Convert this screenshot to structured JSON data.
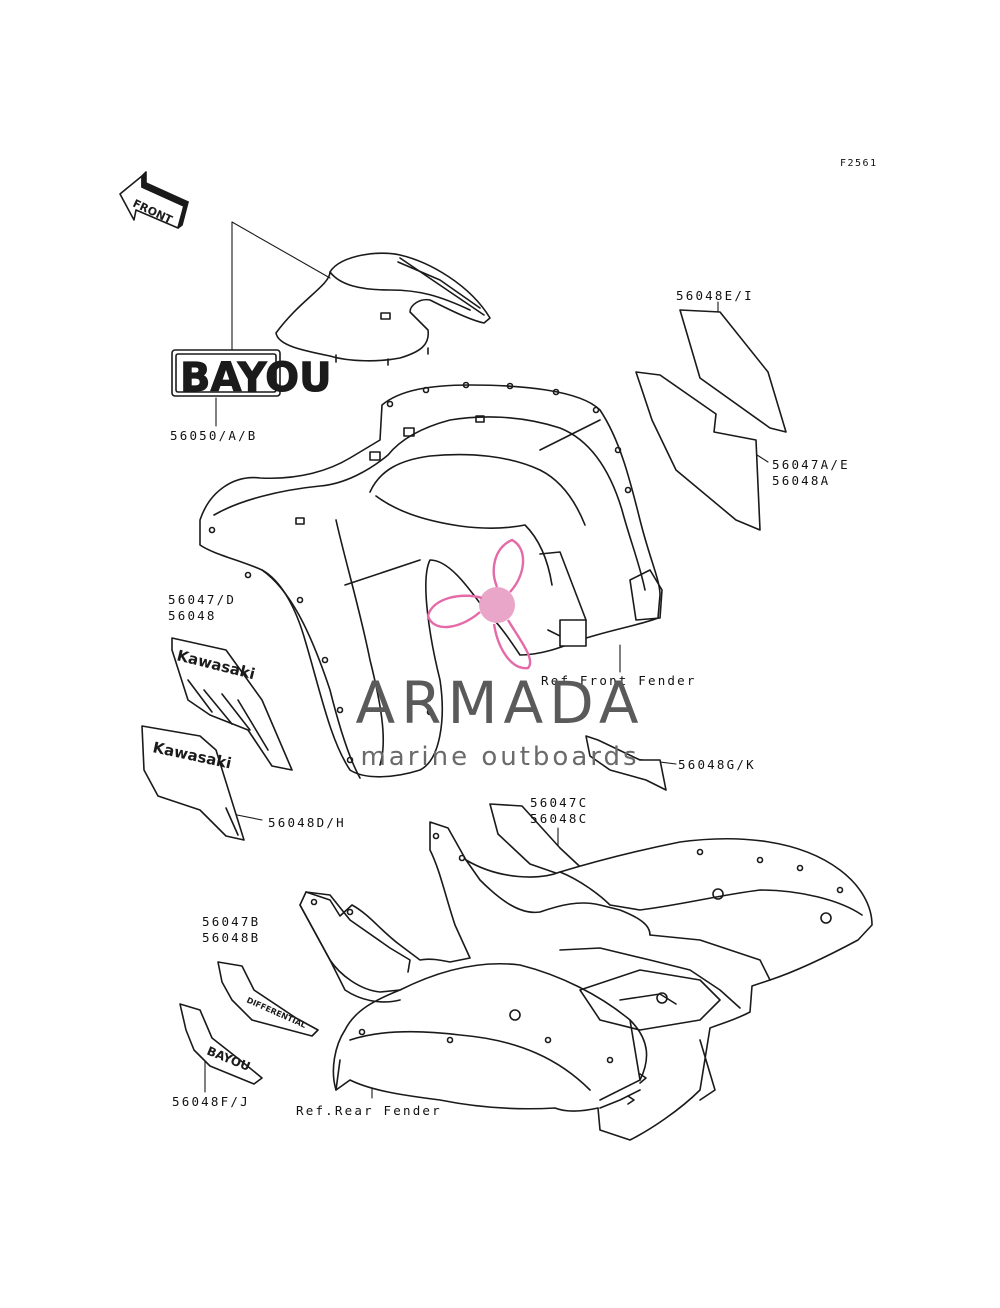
{
  "figure_code": "F2561",
  "front_arrow_label": "FRONT",
  "bayou_decal_text": "BAYOU",
  "kawasaki_decal_text": "Kawasaki",
  "differential_decal_text": "DIFFERENTIAL",
  "bayou_small_decal_text": "BAYOU",
  "labels": {
    "p56050": "56050/A/B",
    "p56048EI": "56048E/I",
    "p56047AE": "56047A/E",
    "p56048A": "56048A",
    "p56047D": "56047/D",
    "p56048": "56048",
    "ref_front": "Ref.Front Fender",
    "p56048GK": "56048G/K",
    "p56047C": "56047C",
    "p56048C": "56048C",
    "p56048DH": "56048D/H",
    "p56047B": "56047B",
    "p56048B": "56048B",
    "p56048FJ": "56048F/J",
    "ref_rear": "Ref.Rear Fender"
  },
  "watermark": {
    "title": "ARMADA",
    "subtitle": "marine outboards",
    "accent_color": "#e46aa8"
  },
  "colors": {
    "line": "#1a1a1a",
    "background": "#ffffff"
  }
}
